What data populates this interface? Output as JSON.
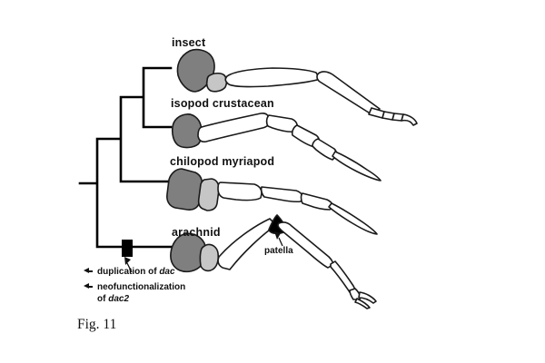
{
  "figure": {
    "caption": "Fig. 11",
    "taxa": [
      {
        "label": "insect"
      },
      {
        "label": "isopod crustacean"
      },
      {
        "label": "chilopod myriapod"
      },
      {
        "label": "arachnid"
      }
    ],
    "phylogeny_topology": "(((insect, isopod crustacean), chilopod myriapod), arachnid)",
    "leg_callout": {
      "label": "patella"
    },
    "annotations": {
      "duplication": {
        "icon": "left-arrow",
        "prefix": "duplication of ",
        "gene": "dac"
      },
      "neofunctionalization": {
        "icon": "left-arrow",
        "line1": "neofunctionalization",
        "line2_prefix": "of ",
        "gene": "dac2"
      }
    },
    "colors": {
      "dark_segment": "#7f7f7f",
      "light_segment": "#c6c6c6",
      "patella_segment": "#000000",
      "outline": "#1a1a1a",
      "tree": "#000000",
      "background": "#ffffff"
    }
  }
}
